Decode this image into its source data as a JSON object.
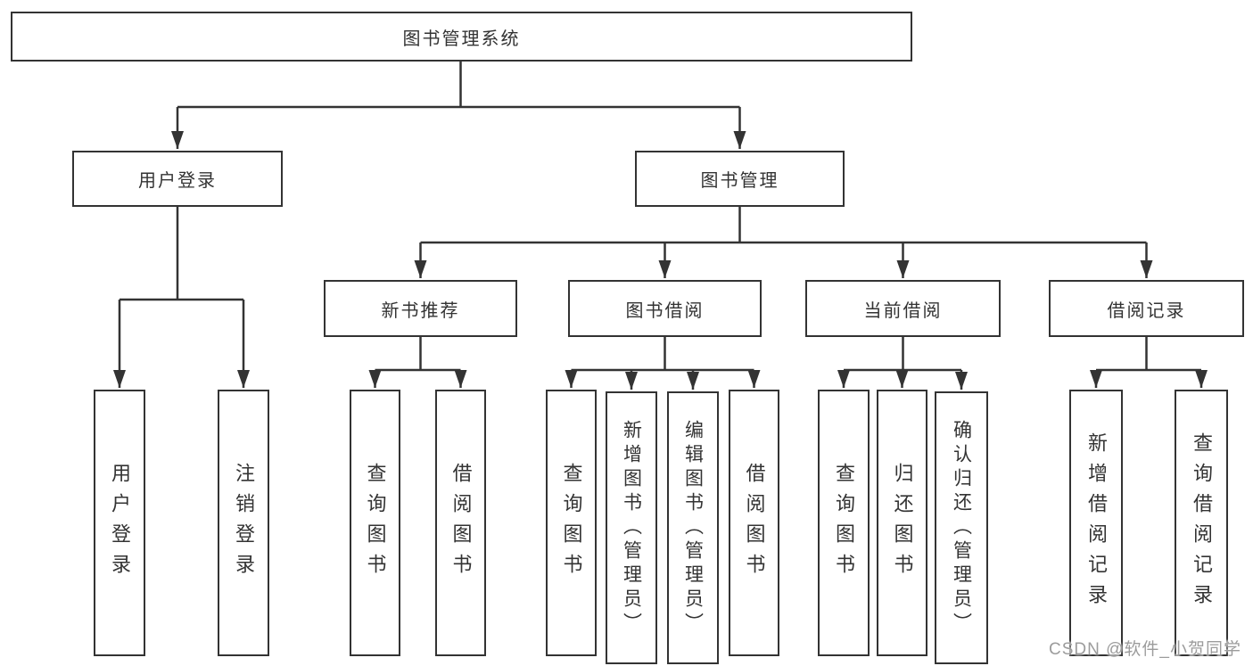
{
  "tree": {
    "root_label": "图书管理系统",
    "children": [
      {
        "label": "用户登录",
        "children": [
          {
            "label": "用户登录"
          },
          {
            "label": "注销登录"
          }
        ]
      },
      {
        "label": "图书管理",
        "children": [
          {
            "label": "新书推荐",
            "children": [
              {
                "label": "查询图书"
              },
              {
                "label": "借阅图书"
              }
            ]
          },
          {
            "label": "图书借阅",
            "children": [
              {
                "label": "查询图书"
              },
              {
                "label": "新增图书（管理员）"
              },
              {
                "label": "编辑图书（管理员）"
              },
              {
                "label": "借阅图书"
              }
            ]
          },
          {
            "label": "当前借阅",
            "children": [
              {
                "label": "查询图书"
              },
              {
                "label": "归还图书"
              },
              {
                "label": "确认归还（管理员）"
              }
            ]
          },
          {
            "label": "借阅记录",
            "children": [
              {
                "label": "新增借阅记录"
              },
              {
                "label": "查询借阅记录"
              }
            ]
          }
        ]
      }
    ]
  },
  "watermark": {
    "text": "CSDN @软件_小贺同学"
  },
  "colors": {
    "line": "#333333",
    "box_border": "#333333",
    "box_fill": "#ffffff",
    "text": "#333333",
    "watermark": "#9c9c9c"
  }
}
